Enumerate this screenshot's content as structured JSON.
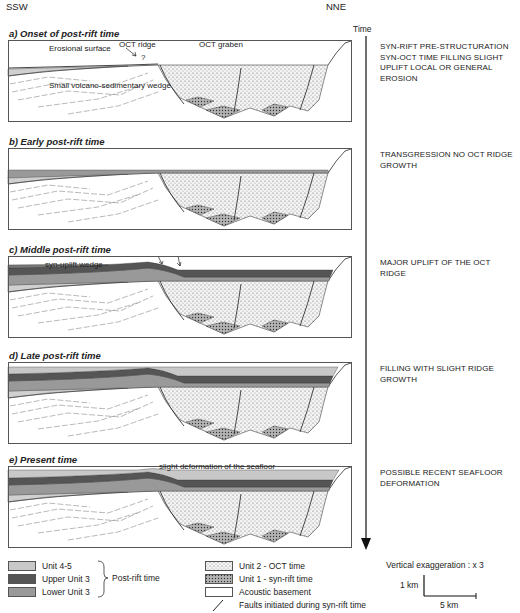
{
  "diagram": {
    "nodes": [
      {
        "text": [
          "a) Onset of post-rift time",
          "Erosional surface",
          "OCT ridge",
          "?",
          "OCT graben",
          "Small volcano-sedimentary wedge"
        ]
      },
      {
        "text": [
          "b) Early post-rift time"
        ]
      },
      {
        "text": [
          "c) Middle post-rift time",
          "syn-uplift wedge"
        ]
      },
      {
        "text": [
          "d) Late post-rift time"
        ]
      },
      {
        "text": [
          "e) Present time",
          "slight deformation of the seafloor"
        ]
      }
    ],
    "labels": [
      "SSW",
      "NNE",
      "Time",
      "SYN-RIFT PRE-STRUCTURATION SYN-OCT TIME FILLING SLIGHT UPLIFT LOCAL OR GENERAL EROSION",
      "TRANSGRESSION NO OCT RIDGE GROWTH",
      "MAJOR UPLIFT OF THE OCT RIDGE",
      "FILLING WITH SLIGHT RIDGE GROWTH",
      "POSSIBLE RECENT SEAFLOOR DEFORMATION",
      "Post-rift time",
      "Vertical exaggeration : x 3",
      "1 km",
      "5 km"
    ],
    "legend": [
      {
        "text": "Unit 4-5",
        "color": "#c8c8c8"
      },
      {
        "text": "Upper Unit 3",
        "color": "#555555"
      },
      {
        "text": "Lower Unit 3",
        "color": "#999999"
      },
      {
        "text": "Unit 2 - OCT time"
      },
      {
        "text": "Unit 1 - syn-rift time"
      },
      {
        "text": "Acoustic basement",
        "color": "#ffffff"
      },
      {
        "text": "Faults initiated during syn-rift time"
      }
    ]
  }
}
